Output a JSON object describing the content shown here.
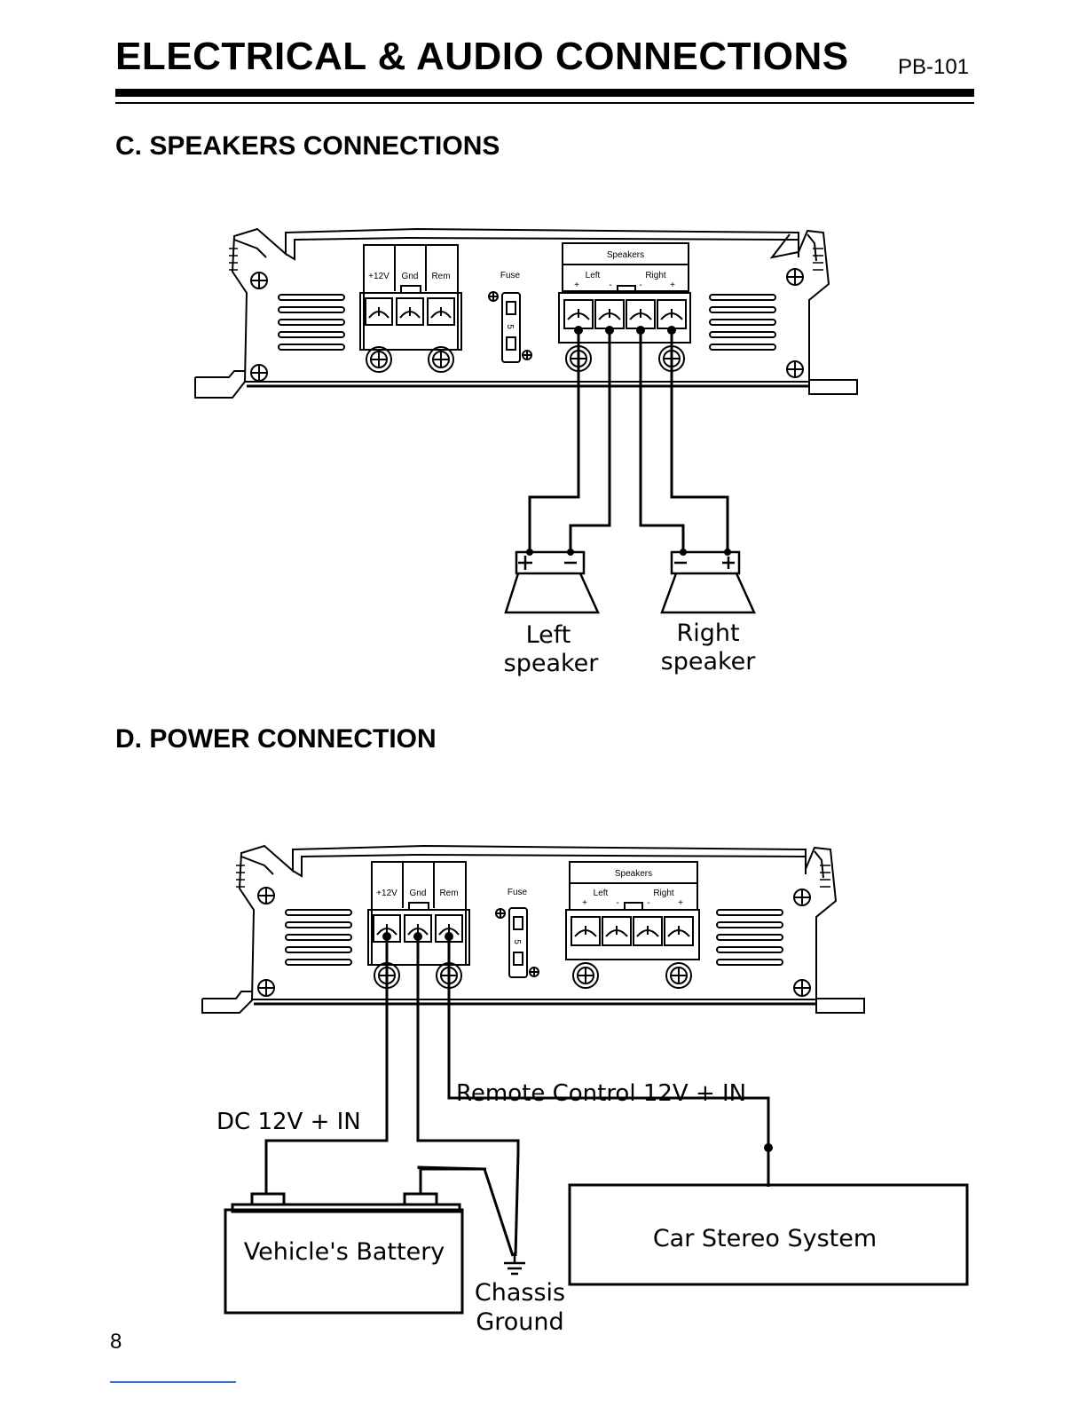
{
  "header": {
    "title": "ELECTRICAL & AUDIO CONNECTIONS",
    "code": "PB-101"
  },
  "sections": {
    "c_title": "C. SPEAKERS CONNECTIONS",
    "d_title": "D. POWER CONNECTION"
  },
  "amp_labels": {
    "v12": "+12V",
    "gnd": "Gnd",
    "rem": "Rem",
    "fuse": "Fuse",
    "fuse_value": "5",
    "speakers": "Speakers",
    "left": "Left",
    "right": "Right",
    "plus": "+",
    "minus": "-"
  },
  "speakers_diagram": {
    "left_line1": "Left",
    "left_line2": "speaker",
    "right_line1": "Right",
    "right_line2": "speaker"
  },
  "power_diagram": {
    "dc_in": "DC 12V + IN",
    "remote": "Remote Control 12V + IN",
    "battery": "Vehicle's Battery",
    "stereo": "Car Stereo System",
    "ground_line1": "Chassis",
    "ground_line2": "Ground"
  },
  "footer": {
    "page_number": "8"
  }
}
